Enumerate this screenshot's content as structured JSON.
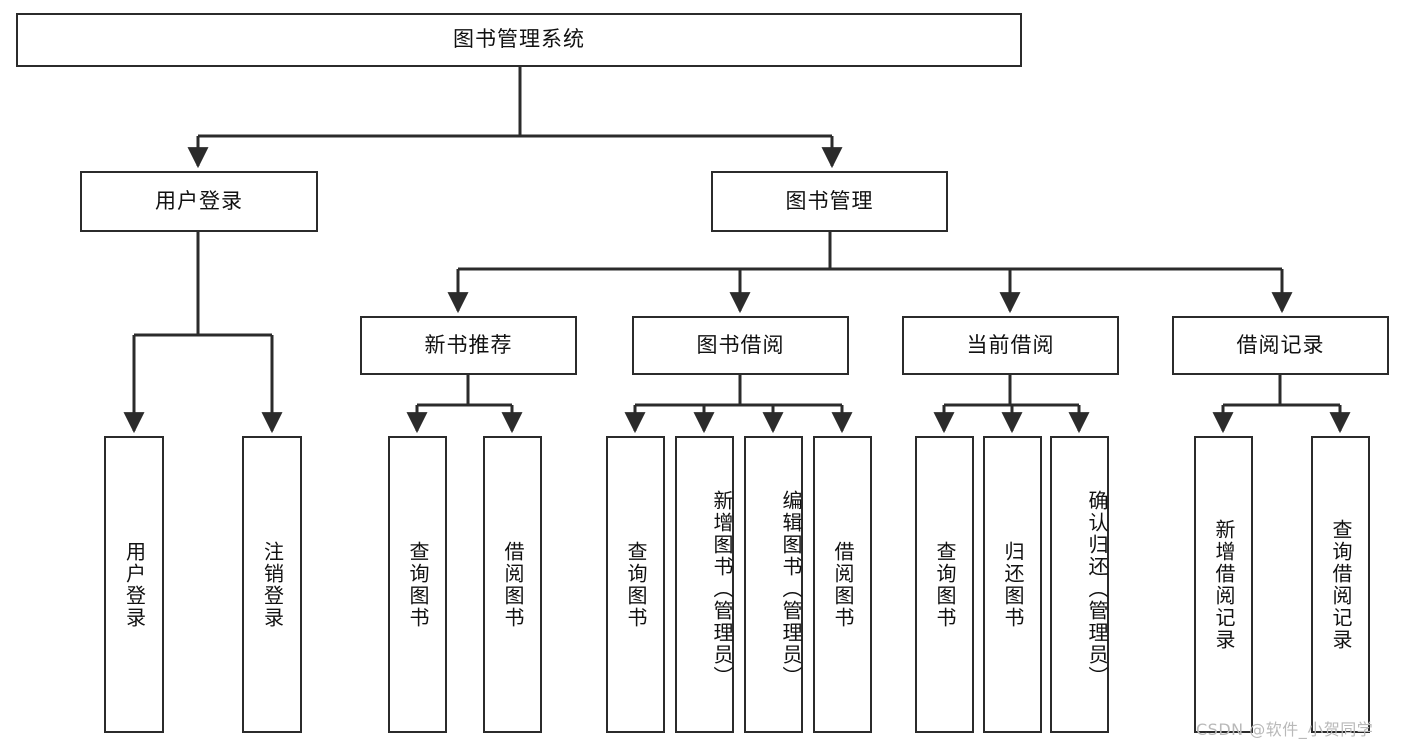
{
  "diagram": {
    "title": "图书管理系统",
    "type": "功能结构图",
    "watermark": "CSDN @软件_小贺同学",
    "colors": {
      "stroke": "#2b2b2b",
      "fill": "#ffffff",
      "text": "#111111",
      "watermark": "#b9b9b9"
    },
    "root": {
      "label": "图书管理系统"
    },
    "level2": [
      {
        "label": "用户登录"
      },
      {
        "label": "图书管理"
      }
    ],
    "level3": [
      {
        "label": "新书推荐"
      },
      {
        "label": "图书借阅"
      },
      {
        "label": "当前借阅"
      },
      {
        "label": "借阅记录"
      }
    ],
    "leaves": {
      "user_login": [
        {
          "label": "用户登录"
        },
        {
          "label": "注销登录"
        }
      ],
      "new_book": [
        {
          "label": "查询图书"
        },
        {
          "label": "借阅图书"
        }
      ],
      "borrow": [
        {
          "label": "查询图书"
        },
        {
          "label": "新增图书（管理员）"
        },
        {
          "label": "编辑图书（管理员）"
        },
        {
          "label": "借阅图书"
        }
      ],
      "current": [
        {
          "label": "查询图书"
        },
        {
          "label": "归还图书"
        },
        {
          "label": "确认归还（管理员）"
        }
      ],
      "records": [
        {
          "label": "新增借阅记录"
        },
        {
          "label": "查询借阅记录"
        }
      ]
    }
  }
}
